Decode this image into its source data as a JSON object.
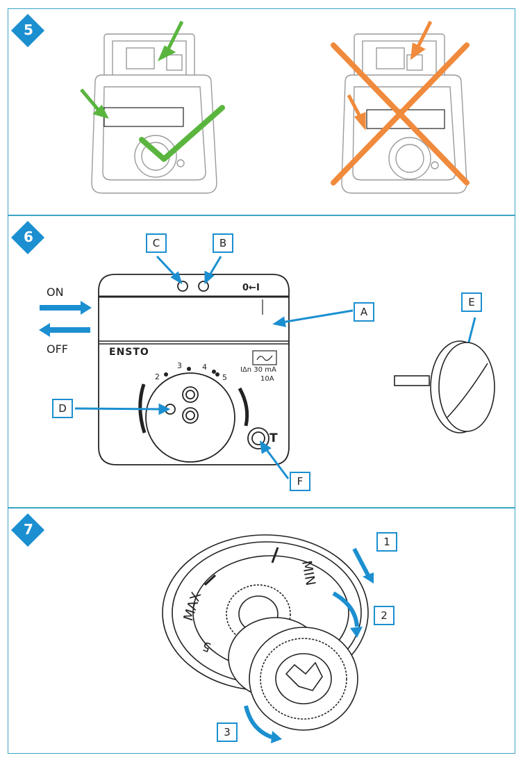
{
  "steps": [
    {
      "number": "5"
    },
    {
      "number": "6"
    },
    {
      "number": "7"
    }
  ],
  "step6": {
    "labels": {
      "a": "A",
      "b": "B",
      "c": "C",
      "d": "D",
      "e": "E",
      "f": "F"
    },
    "on_text": "ON",
    "off_text": "OFF",
    "switch_mark": "0←I",
    "brand": "ENSTO",
    "rcd_current": "IΔn 30 mA",
    "rating": "10A",
    "test_button": "T",
    "dial_marks": [
      "2",
      "3",
      "4",
      "5"
    ]
  },
  "step7": {
    "callouts": [
      "1",
      "2",
      "3"
    ],
    "dial_words": {
      "max": "MAX",
      "min": "MIN",
      "five": "5"
    }
  },
  "colors": {
    "accent": "#1b8fd0",
    "correct": "#5ab53f",
    "wrong": "#f08a3c",
    "frame": "#3aa3c4"
  }
}
